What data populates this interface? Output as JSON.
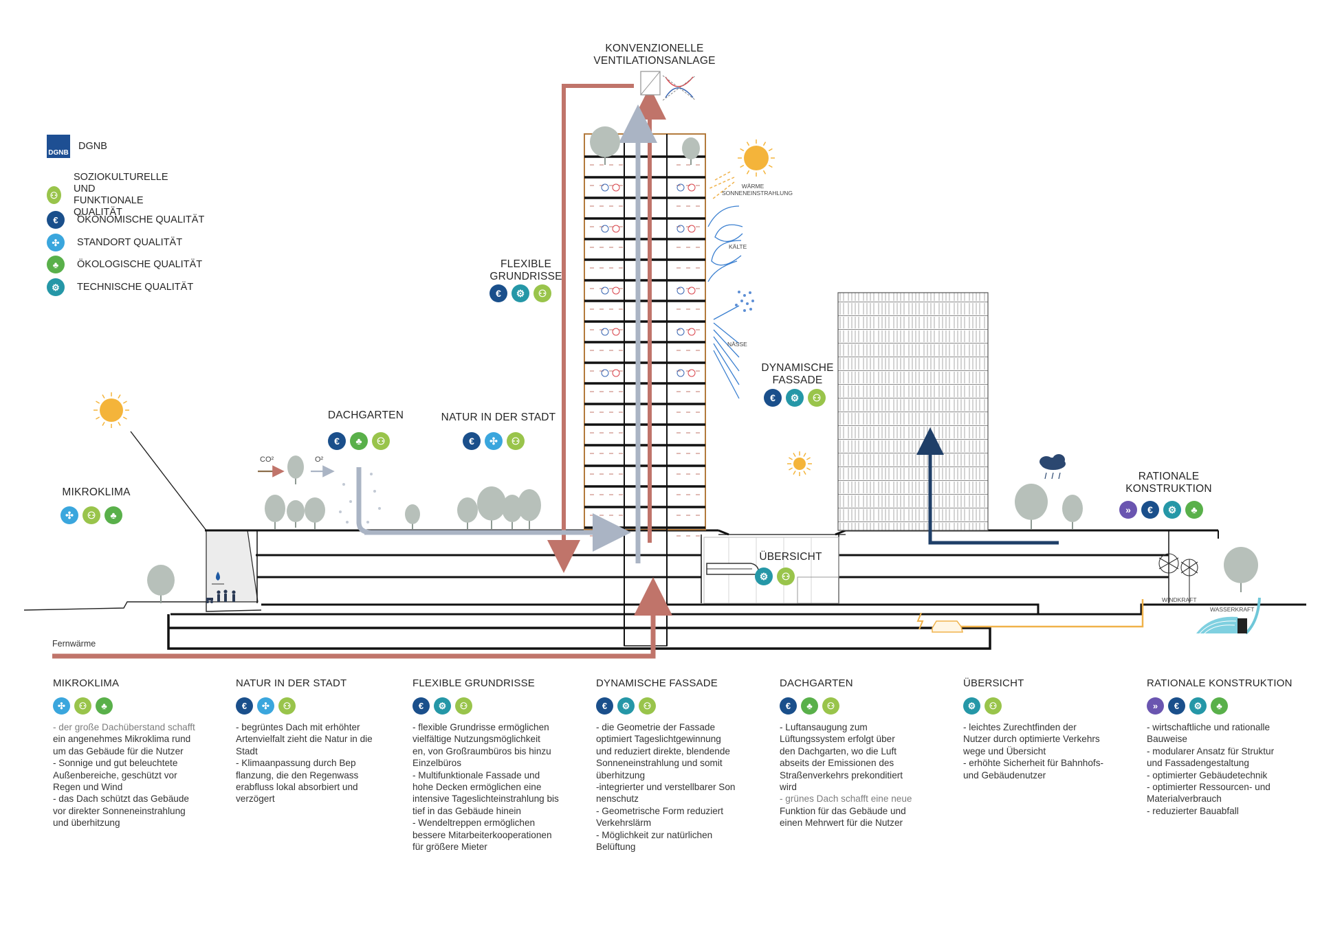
{
  "legend": {
    "dgnb_logo": "DGNB",
    "items": [
      {
        "icon": "dgnb-logo",
        "label": "DGNB"
      },
      {
        "icon": "people-icon",
        "label": "SOZIOKULTURELLE UND\nFUNKTIONALE QUALITÄT",
        "color": "#99c44b"
      },
      {
        "icon": "euro-icon",
        "label": "ÖKONOMISCHE QUALITÄT",
        "color": "#1a4f8b"
      },
      {
        "icon": "location-icon",
        "label": "STANDORT QUALITÄT",
        "color": "#3aa6dd"
      },
      {
        "icon": "tree-icon",
        "label": "ÖKOLOGISCHE QUALITÄT",
        "color": "#59b04a"
      },
      {
        "icon": "gears-icon",
        "label": "TECHNISCHE QUALITÄT",
        "color": "#2597a7"
      }
    ]
  },
  "labels": {
    "ventilation": "KONVENZIONELLE\nVENTILATIONSANLAGE",
    "flexible": "FLEXIBLE\nGRUNDRISSE",
    "dynamische": "DYNAMISCHE\nFASSADE",
    "dachgarten": "DACHGARTEN",
    "natur": "NATUR IN DER STADT",
    "mikroklima": "MIKROKLIMA",
    "uebersicht": "ÜBERSICHT",
    "rationale": "RATIONALE\nKONSTRUKTION",
    "waerme": "WÄRME\nSONNENEINSTRAHLUNG",
    "kaelte": "KÄLTE",
    "naesse": "NÄSSE",
    "windkraft": "WINDKRAFT",
    "wasserkraft": "WASSERKRAFT",
    "fernwaerme": "Fernwärme",
    "co2": "CO²",
    "o2": "O²"
  },
  "columns": [
    {
      "title": "MIKROKLIMA",
      "badges": [
        "location-icon",
        "people-icon",
        "tree-icon"
      ],
      "intro": "- der große Dachüberstand schafft",
      "text": "ein angenehmes Mikroklima rund\num das Gebäude für die Nutzer\n- Sonnige und gut beleuchtete\nAußenbereiche, geschützt vor\nRegen und Wind\n- das Dach schützt das Gebäude\nvor direkter Sonneneinstrahlung\nund überhitzung"
    },
    {
      "title": "NATUR IN DER STADT",
      "badges": [
        "euro-icon",
        "location-icon",
        "people-icon"
      ],
      "intro": "",
      "text": "- begrüntes Dach mit erhöhter\nArtenvielfalt zieht die Natur in die\nStadt\n- Klimaanpassung durch Bep\nflanzung, die den Regenwass\nerabfluss lokal absorbiert und\nverzögert"
    },
    {
      "title": "FLEXIBLE GRUNDRISSE",
      "badges": [
        "euro-icon",
        "gears-icon",
        "people-icon"
      ],
      "intro": "",
      "text": "- flexible Grundrisse ermöglichen\nvielfältige Nutzungsmöglichkeit\nen, von Großraumbüros bis hinzu\nEinzelbüros\n- Multifunktionale Fassade und\nhohe Decken ermöglichen eine\nintensive Tageslichteinstrahlung bis\ntief in das Gebäude hinein\n- Wendeltreppen ermöglichen\nbessere Mitarbeiterkooperationen\nfür größere Mieter"
    },
    {
      "title": "DYNAMISCHE FASSADE",
      "badges": [
        "euro-icon",
        "gears-icon",
        "people-icon"
      ],
      "intro": "",
      "text": "- die Geometrie der Fassade\noptimiert Tageslichtgewinnung\nund reduziert direkte, blendende\nSonneneinstrahlung und somit\nüberhitzung\n-integrierter und verstellbarer Son\nnenschutz\n- Geometrische Form reduziert\nVerkehrslärm\n- Möglichkeit zur natürlichen\nBelüftung"
    },
    {
      "title": "DACHGARTEN",
      "badges": [
        "euro-icon",
        "tree-icon",
        "people-icon"
      ],
      "intro": "",
      "text": "- Luftansaugung zum\nLüftungssystem erfolgt über\nden Dachgarten, wo die Luft\nabseits der Emissionen des\nStraßenverkehrs prekonditiert\nwird",
      "intro2": "- grünes Dach schafft eine neue",
      "text2": "Funktion für das Gebäude und\neinen Mehrwert für die Nutzer"
    },
    {
      "title": "ÜBERSICHT",
      "badges": [
        "gears-icon",
        "people-icon"
      ],
      "intro": "",
      "text": "- leichtes Zurechtfinden der\nNutzer durch optimierte Verkehrs\nwege und Übersicht\n- erhöhte Sicherheit für Bahnhofs-\nund Gebäudenutzer"
    },
    {
      "title": "RATIONALE KONSTRUKTION",
      "badges": [
        "process-icon",
        "euro-icon",
        "gears-icon",
        "tree-icon"
      ],
      "intro": "",
      "text": "- wirtschaftliche und rationalle\nBauweise\n- modularer Ansatz für Struktur\nund Fassadengestaltung\n- optimierter Gebäudetechnik\n- optimierter Ressourcen- und\nMaterialverbrauch\n- reduzierter Bauabfall"
    }
  ],
  "colors": {
    "warm_flow": "#c0746a",
    "cold_flow": "#aab4c4",
    "dark_flow": "#1f3f68",
    "tree": "#b7c0ba",
    "sun": "#f4b43a",
    "energy": "#f0b24a",
    "water": "#6fc7d8"
  }
}
